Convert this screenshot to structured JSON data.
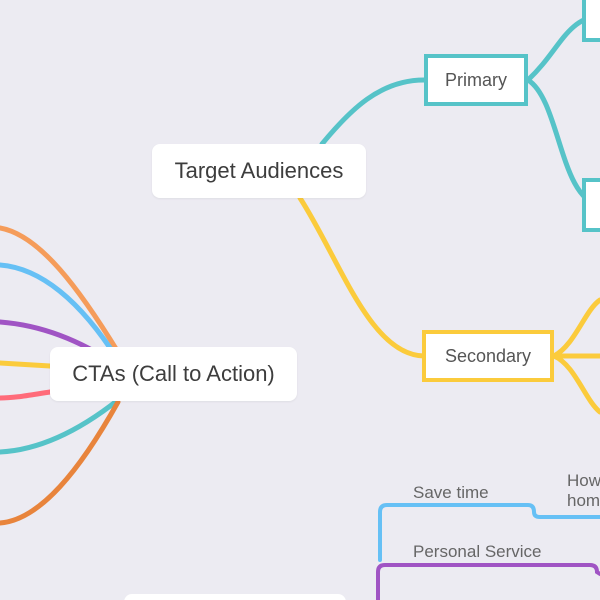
{
  "colors": {
    "background": "#ecebf2",
    "teal": "#56c3c8",
    "yellow": "#fbcb3c",
    "blue": "#66c0f5",
    "purple": "#a054c4",
    "orange": "#f59c5a",
    "coral": "#ff6b7a",
    "dark_orange": "#e8843c"
  },
  "nodes": {
    "target_audiences": "Target Audiences",
    "ctas": "CTAs (Call to Action)",
    "primary": "Primary",
    "secondary": "Secondary"
  },
  "labels": {
    "save_time": "Save time",
    "how_home": "How\nhom",
    "personal_service": "Personal Service"
  }
}
